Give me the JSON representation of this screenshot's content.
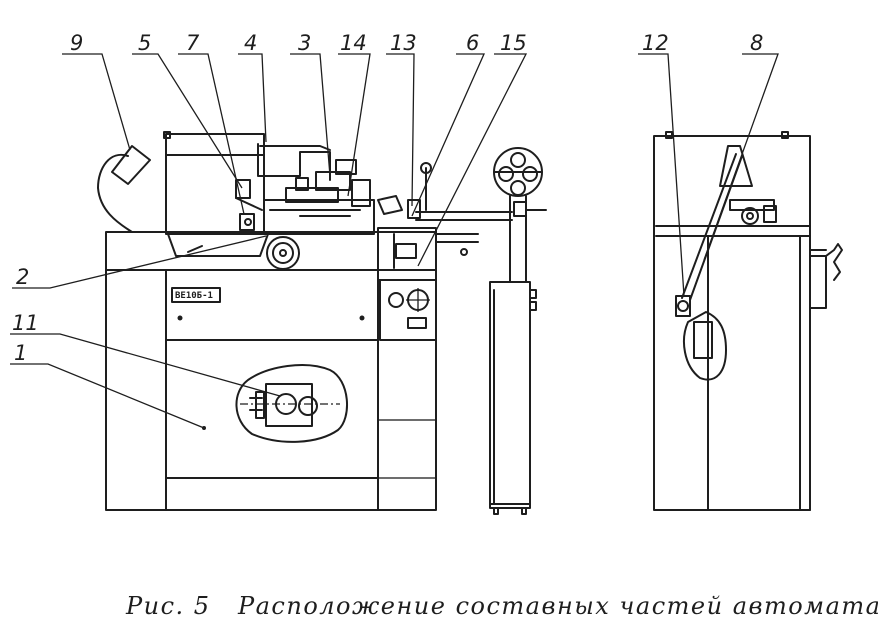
{
  "callouts": {
    "c1": "1",
    "c2": "2",
    "c3": "3",
    "c4": "4",
    "c5": "5",
    "c6": "6",
    "c7": "7",
    "c8": "8",
    "c9": "9",
    "c11": "11",
    "c12": "12",
    "c13": "13",
    "c14": "14",
    "c15": "15"
  },
  "plate": "ВЕ10Б-1",
  "caption": "Рис. 5   Расположение составных частей автомата",
  "colors": {
    "ink": "#1e1e1e",
    "paper": "#ffffff"
  }
}
